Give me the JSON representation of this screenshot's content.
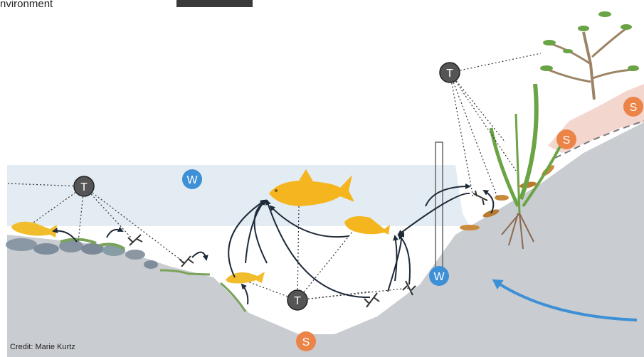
{
  "header": {
    "title": "nvironment"
  },
  "credit": "Credit: Marie Kurtz",
  "markers": {
    "T": "T",
    "W": "W",
    "S": "S"
  },
  "colors": {
    "water": "#e3ecf2",
    "sediment": "#c9ccd0",
    "bank_soil": "#f3d7cf",
    "fish": "#f5b51e",
    "T_marker": "#505050",
    "W_marker": "#3d8fd6",
    "S_marker": "#ec8448",
    "flow_arrow": "#3d8fd6",
    "plant": "#6aa444"
  },
  "icons": [
    "fish-icon",
    "insect-larva-icon",
    "plant-icon",
    "flow-arrow-icon",
    "measurement-rod-icon"
  ]
}
